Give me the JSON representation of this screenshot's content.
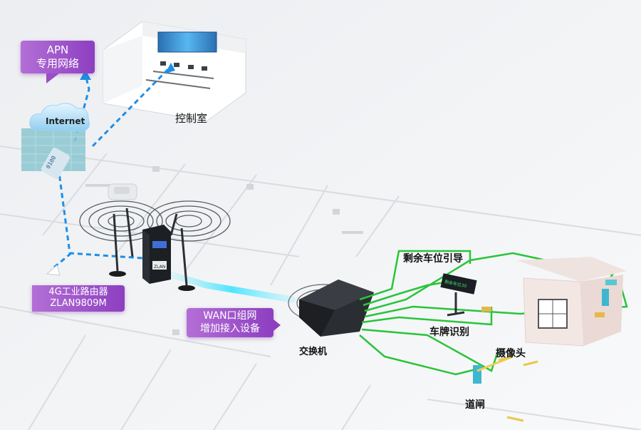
{
  "callouts": {
    "apn_line1": "APN",
    "apn_line2": "专用网络",
    "router_line1": "4G工业路由器",
    "router_line2": "ZLAN9809M",
    "wan_line1": "WAN口组网",
    "wan_line2": "增加接入设备"
  },
  "labels": {
    "internet": "Internet",
    "control_room": "控制室",
    "switch": "交换机",
    "parking_guidance": "剩余车位引导",
    "plate_recognition": "车牌识别",
    "camera": "摄像头",
    "barrier_gate": "道闸"
  },
  "colors": {
    "callout_purple": "#9a4cc9",
    "dashed_link_blue": "#1e8ee6",
    "ethernet_green": "#29c43a",
    "cyan_glow": "#3de3ff"
  },
  "icons": [
    "cloud-icon",
    "firewall-icon",
    "router-icon",
    "switch-icon",
    "wifi-waves-icon",
    "guidance-sign-icon",
    "camera-icon",
    "barrier-gate-icon",
    "guard-booth-icon",
    "video-wall-icon"
  ]
}
